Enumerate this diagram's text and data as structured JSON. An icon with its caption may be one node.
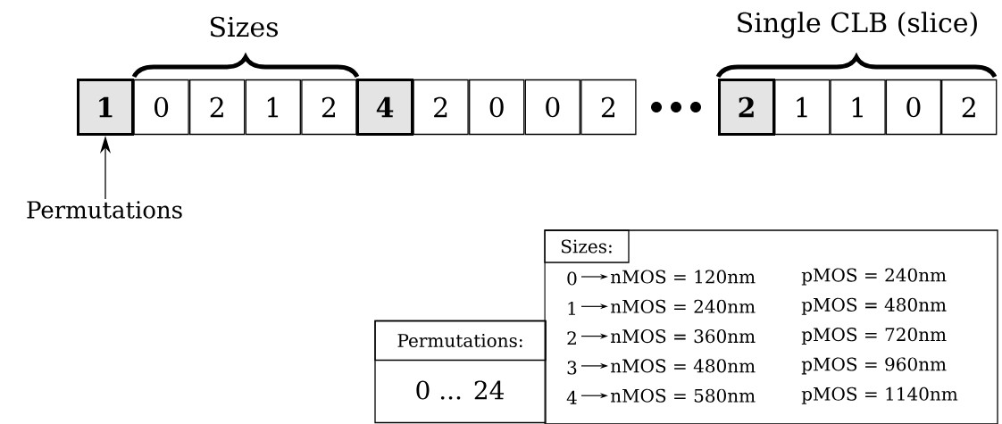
{
  "diagram": {
    "nodes": [
      {
        "text": [
          "1"
        ]
      },
      {
        "text": [
          "0"
        ]
      },
      {
        "text": [
          "2"
        ]
      },
      {
        "text": [
          "1"
        ]
      },
      {
        "text": [
          "2"
        ]
      },
      {
        "text": [
          "4"
        ]
      },
      {
        "text": [
          "2"
        ]
      },
      {
        "text": [
          "0"
        ]
      },
      {
        "text": [
          "0"
        ]
      },
      {
        "text": [
          "2"
        ]
      },
      {
        "text": [
          "2"
        ]
      },
      {
        "text": [
          "1"
        ]
      },
      {
        "text": [
          "1"
        ]
      },
      {
        "text": [
          "0"
        ]
      },
      {
        "text": [
          "2"
        ]
      },
      {
        "text": [
          "Permutations"
        ]
      },
      {
        "text": [
          "Sizes:",
          "0",
          "nMOS = 120nm",
          "pMOS = 240nm",
          "1",
          "nMOS = 240nm",
          "pMOS = 480nm",
          "2",
          "nMOS = 360nm",
          "pMOS = 720nm",
          "3",
          "nMOS = 480nm",
          "pMOS = 960nm",
          "4",
          "nMOS = 580nm",
          "pMOS = 1140nm"
        ]
      },
      {
        "text": [
          "Permutations:",
          "0 ... 24"
        ]
      }
    ],
    "edges": [
      {
        "from": 15,
        "to": 0,
        "arrow": "to"
      }
    ],
    "labels": [
      "Sizes",
      "Single CLB (slice)"
    ]
  }
}
